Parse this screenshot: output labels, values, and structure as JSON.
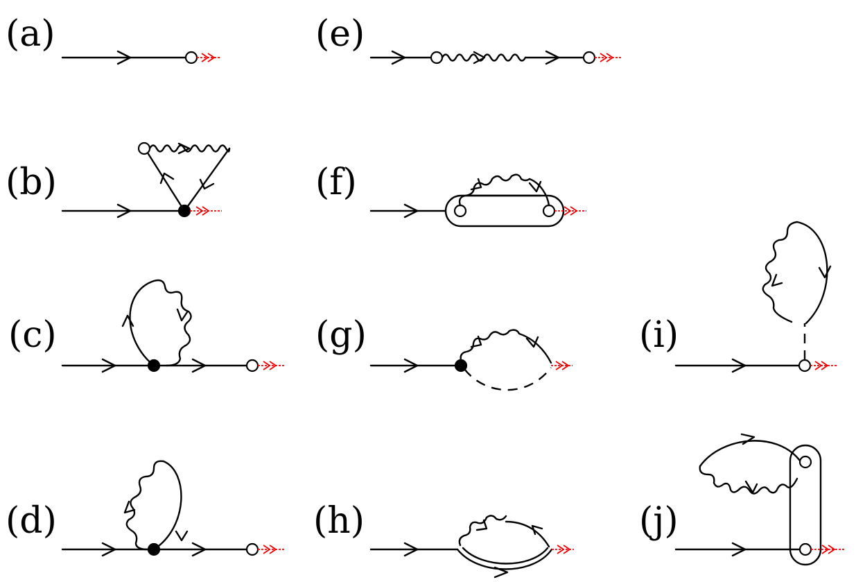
{
  "diagrams": {
    "a": {
      "label": "(a)"
    },
    "b": {
      "label": "(b)"
    },
    "c": {
      "label": "(c)"
    },
    "d": {
      "label": "(d)"
    },
    "e": {
      "label": "(e)"
    },
    "f": {
      "label": "(f)"
    },
    "g": {
      "label": "(g)"
    },
    "h": {
      "label": "(h)"
    },
    "i": {
      "label": "(i)"
    },
    "j": {
      "label": "(j)"
    }
  },
  "colors": {
    "line": "#000000",
    "external_leg": "#ee0000",
    "background": "#ffffff"
  },
  "legend_of_marks": {
    "open_circle": "open-vertex",
    "filled_circle": "filled-vertex",
    "wavy": "wavy-propagator",
    "dashed": "dashed-propagator",
    "red_dashed_arrow": "external-leg"
  }
}
